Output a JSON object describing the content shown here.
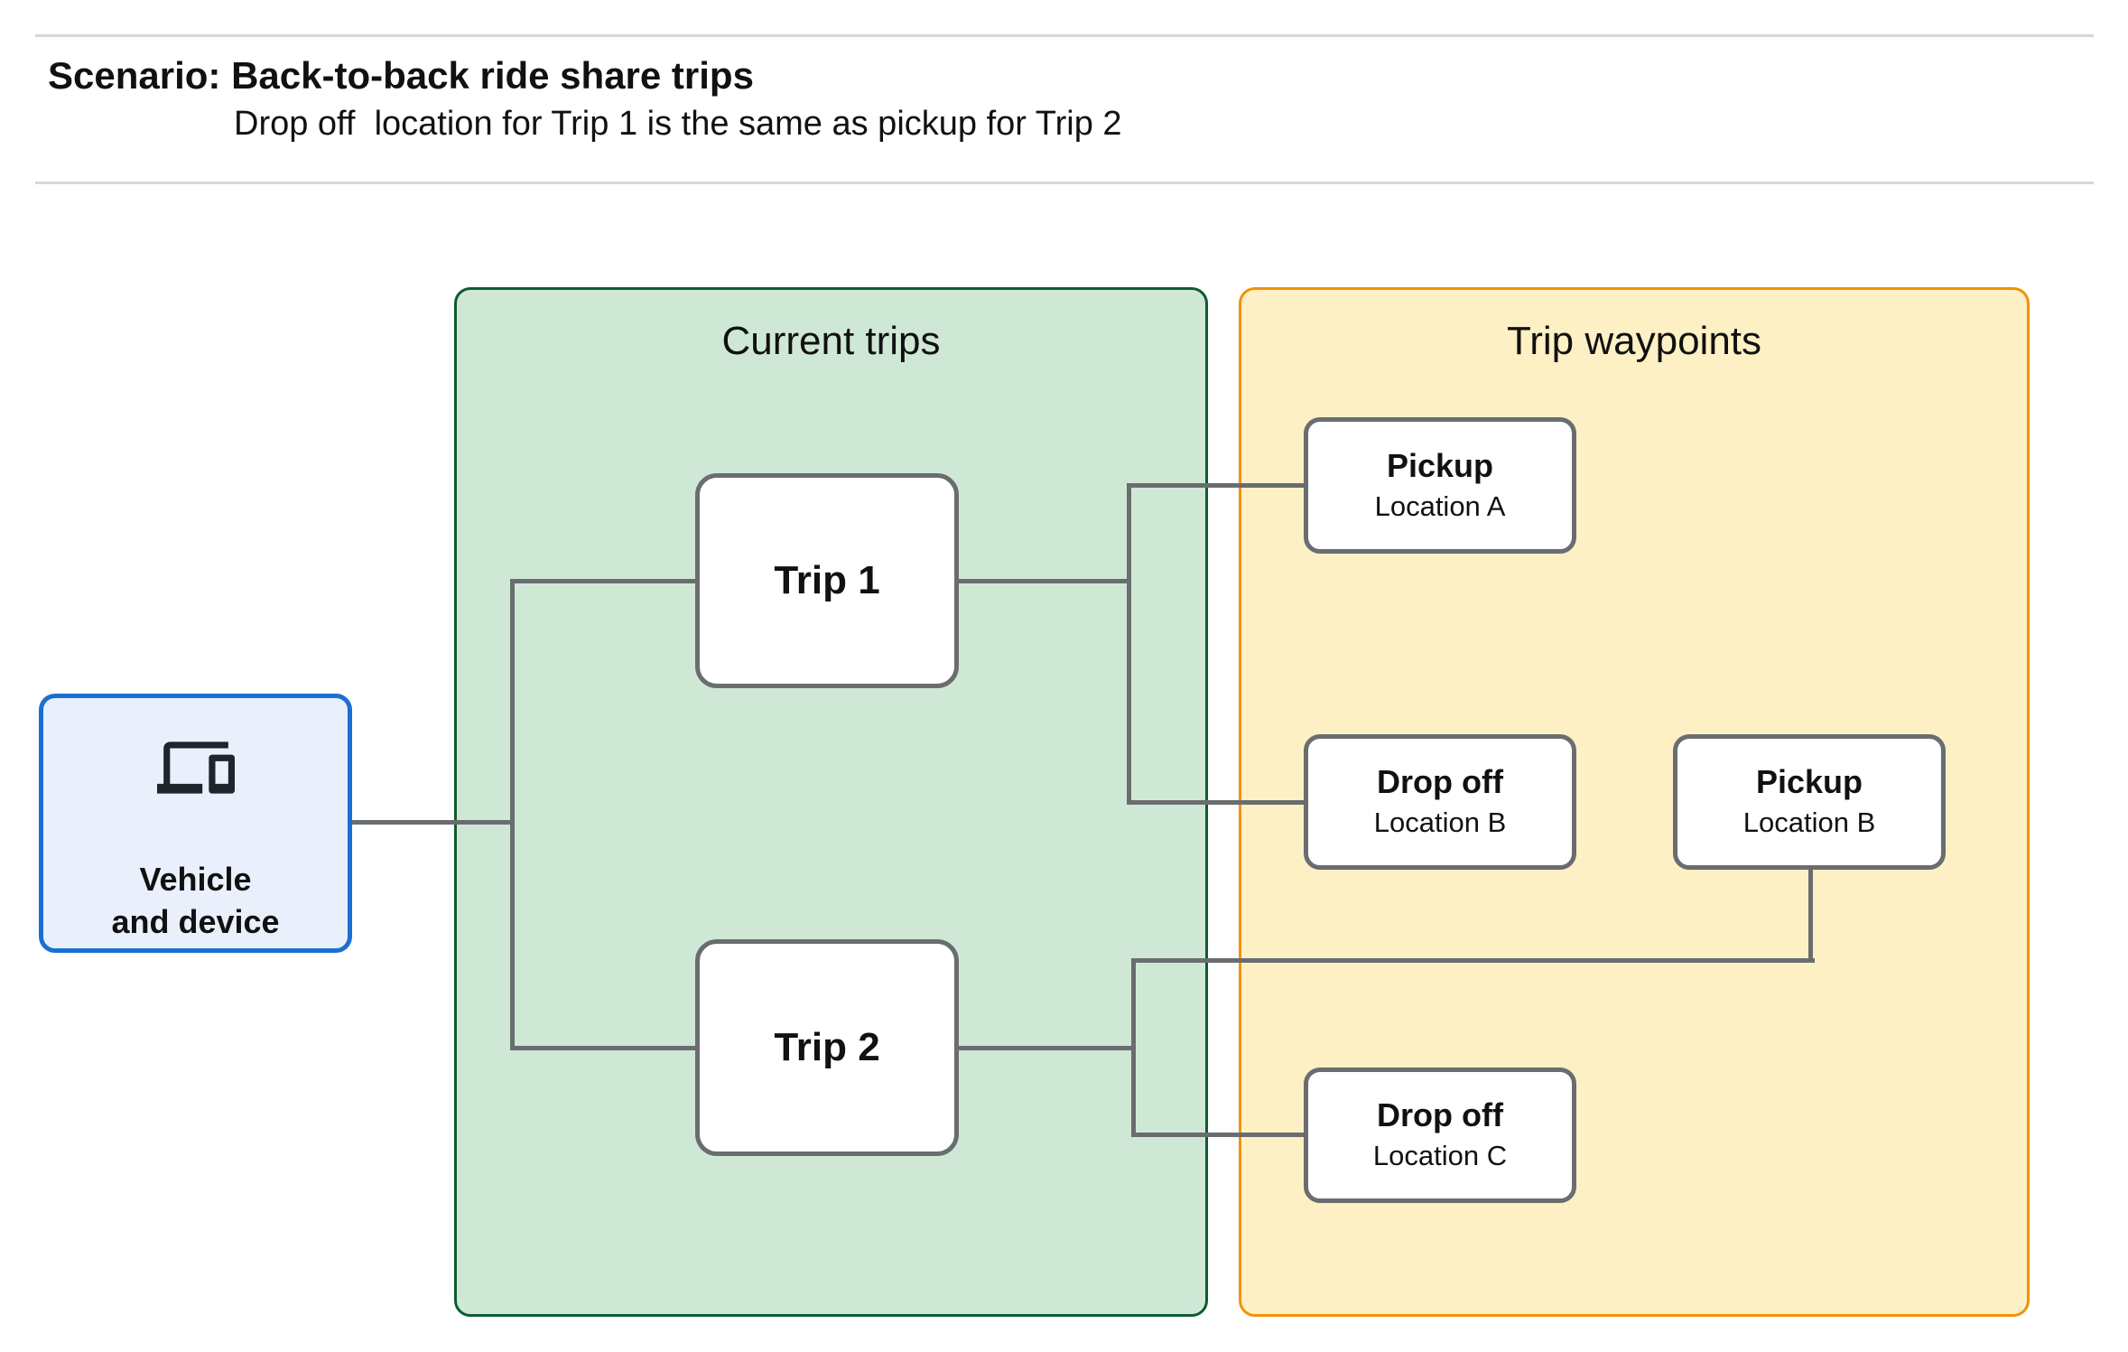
{
  "header": {
    "title": "Scenario: Back-to-back ride share trips",
    "subtitle": "Drop off  location for Trip 1 is the same as pickup for Trip 2"
  },
  "diagram": {
    "vehicle": {
      "line1": "Vehicle",
      "line2": "and device",
      "icon": "devices-icon"
    },
    "groups": {
      "current_trips": {
        "title": "Current trips"
      },
      "trip_waypoints": {
        "title": "Trip waypoints"
      }
    },
    "trips": [
      {
        "label": "Trip 1"
      },
      {
        "label": "Trip 2"
      }
    ],
    "waypoints": [
      {
        "title": "Pickup",
        "subtitle": "Location A"
      },
      {
        "title": "Drop off",
        "subtitle": "Location B"
      },
      {
        "title": "Pickup",
        "subtitle": "Location B"
      },
      {
        "title": "Drop off",
        "subtitle": "Location C"
      }
    ],
    "colors": {
      "current_trips_fill": "#CFE8D6",
      "current_trips_border": "#0D5C2E",
      "trip_waypoints_fill": "#FDF0C5",
      "trip_waypoints_border": "#F29202",
      "vehicle_fill": "#E9F0FB",
      "vehicle_border": "#1A6FD4",
      "connector_gray": "#6A6D70"
    }
  }
}
